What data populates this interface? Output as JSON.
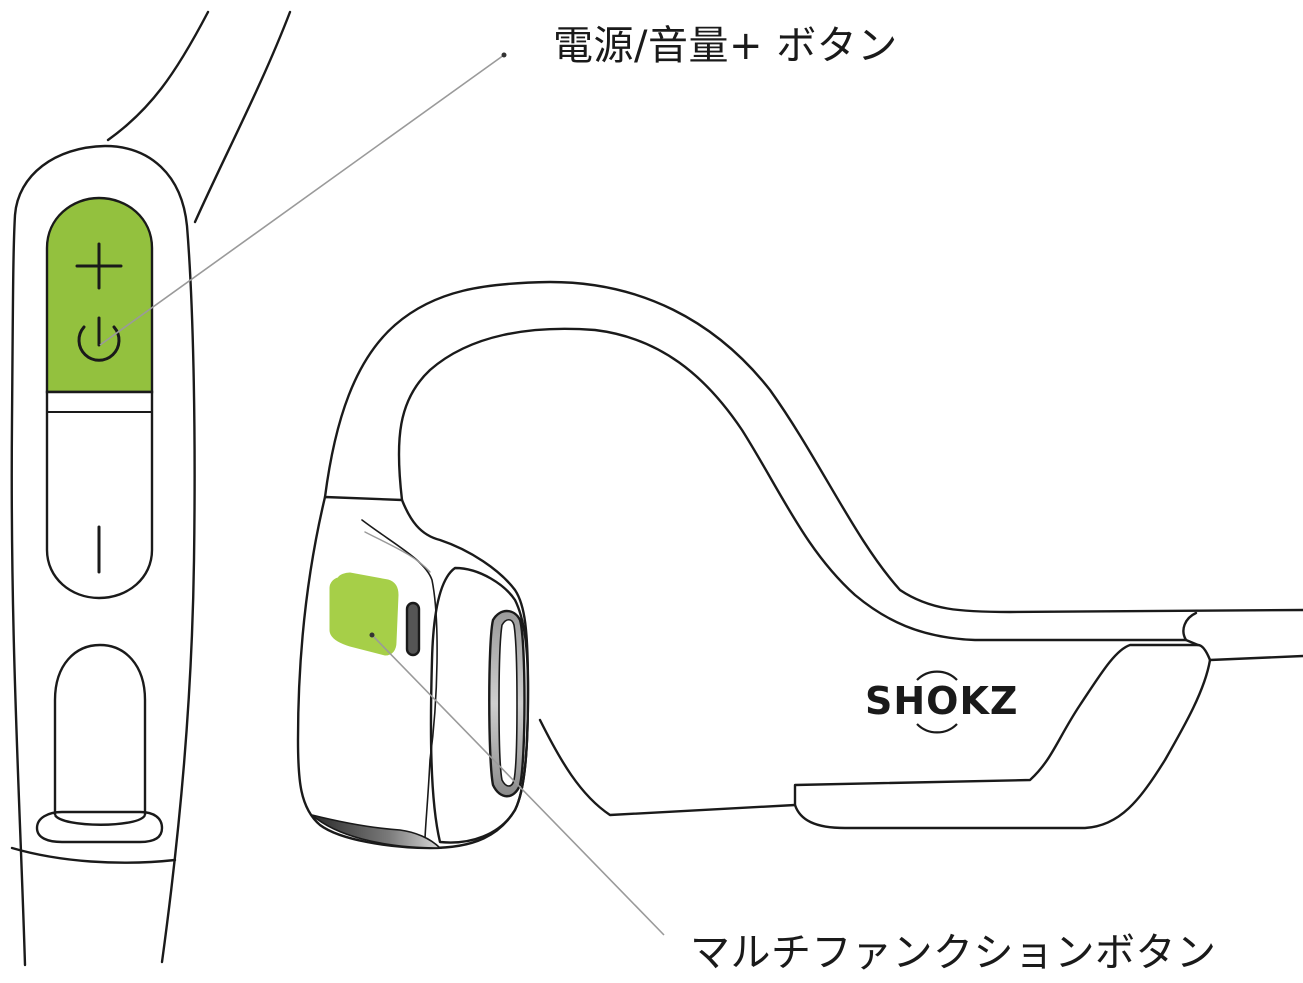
{
  "labels": {
    "power_volume_button": "電源/音量+ ボタン",
    "multifunction_button": "マルチファンクションボタン"
  },
  "brand": {
    "logo_text": "SHOKZ"
  },
  "icons": {
    "plus": "plus-icon",
    "power": "power-icon",
    "minus": "minus-icon"
  },
  "colors": {
    "highlight": "#93c13e",
    "outline": "#1a1a1a",
    "leader_line": "#9a9a9a"
  }
}
